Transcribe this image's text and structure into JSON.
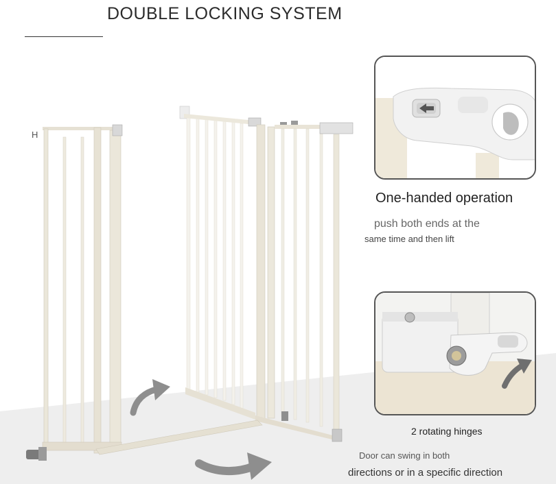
{
  "title": "DOUBLE LOCKING SYSTEM",
  "side_label": "H",
  "top_detail": {
    "caption": "One-handed operation",
    "line1": "push both ends at the",
    "line2": "same time and then lift"
  },
  "bottom_detail": {
    "caption": "2 rotating hinges",
    "line1": "Door can swing in both",
    "line2": "directions or in a specific direction"
  },
  "colors": {
    "gate_frame": "#ece8dc",
    "gate_shadow": "#d6d1c3",
    "arrow": "#8e8e8e",
    "floor": "#ececec",
    "box_border": "#555555"
  }
}
